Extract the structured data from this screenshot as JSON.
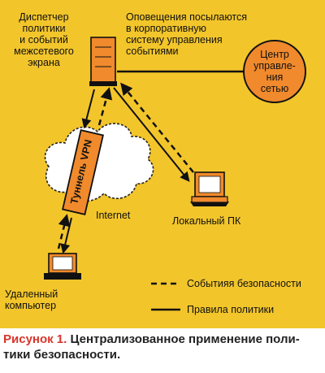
{
  "labels": {
    "manager": "Диспетчер\nполитики\nи событий\nмежсетевого\nэкрана",
    "alerts": "Оповещения посылаются\nв корпоративную\nсистему управления\nсобытиями",
    "center": "Центр\nуправле-\nния\nсетью",
    "tunnel": "Туннель VPN",
    "internet": "Internet",
    "local_pc": "Локальный ПК",
    "remote": "Удаленный\nкомпьютер"
  },
  "legend": {
    "events": "Событияя безопасности",
    "rules": "Правила политики"
  },
  "caption": {
    "label": "Рисунок 1.",
    "text": "Централизованное применение поли-\nтики безопасности."
  },
  "colors": {
    "background": "#f2c52b",
    "accent": "#f08a2c",
    "caption_red": "#d8352b"
  }
}
